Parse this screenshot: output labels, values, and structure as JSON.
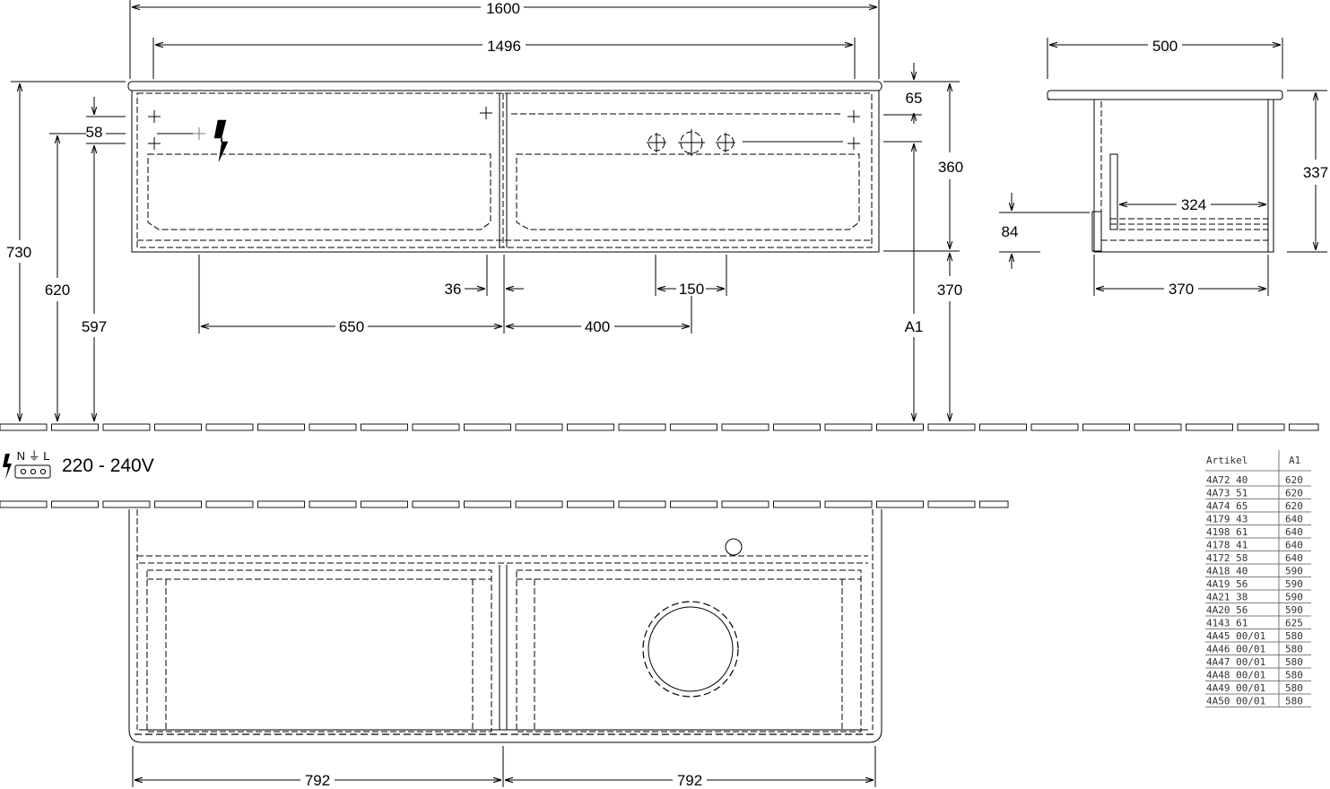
{
  "dimensions": {
    "total_width": "1600",
    "inner_width": "1496",
    "depth_top": "500",
    "top_offset": "65",
    "cabinet_height": "360",
    "side_height": "337",
    "d58": "58",
    "total_height": "730",
    "h620": "620",
    "h597": "597",
    "d36": "36",
    "d150": "150",
    "d650": "650",
    "d400": "400",
    "a1_label": "A1",
    "h370": "370",
    "d84": "84",
    "d324": "324",
    "d370_side": "370",
    "bottom_left": "792",
    "bottom_right": "792"
  },
  "electrical": {
    "plug_labels": "N ⏚ L",
    "voltage": "220 - 240V"
  },
  "table": {
    "header_article": "Artikel",
    "header_a1": "A1",
    "rows": [
      {
        "article": "4A72  40",
        "a1": "620"
      },
      {
        "article": "4A73  51",
        "a1": "620"
      },
      {
        "article": "4A74  65",
        "a1": "620"
      },
      {
        "article": "4179  43",
        "a1": "640"
      },
      {
        "article": "4198  61",
        "a1": "640"
      },
      {
        "article": "4178  41",
        "a1": "640"
      },
      {
        "article": "4172  58",
        "a1": "640"
      },
      {
        "article": "4A18  40",
        "a1": "590"
      },
      {
        "article": "4A19  56",
        "a1": "590"
      },
      {
        "article": "4A21  38",
        "a1": "590"
      },
      {
        "article": "4A20  56",
        "a1": "590"
      },
      {
        "article": "4143  61",
        "a1": "625"
      },
      {
        "article": "4A45  00/01",
        "a1": "580"
      },
      {
        "article": "4A46  00/01",
        "a1": "580"
      },
      {
        "article": "4A47  00/01",
        "a1": "580"
      },
      {
        "article": "4A48  00/01",
        "a1": "580"
      },
      {
        "article": "4A49  00/01",
        "a1": "580"
      },
      {
        "article": "4A50  00/01",
        "a1": "580"
      }
    ]
  },
  "icons": [
    "lightning-icon",
    "crosshair-icon",
    "socket-icon"
  ]
}
